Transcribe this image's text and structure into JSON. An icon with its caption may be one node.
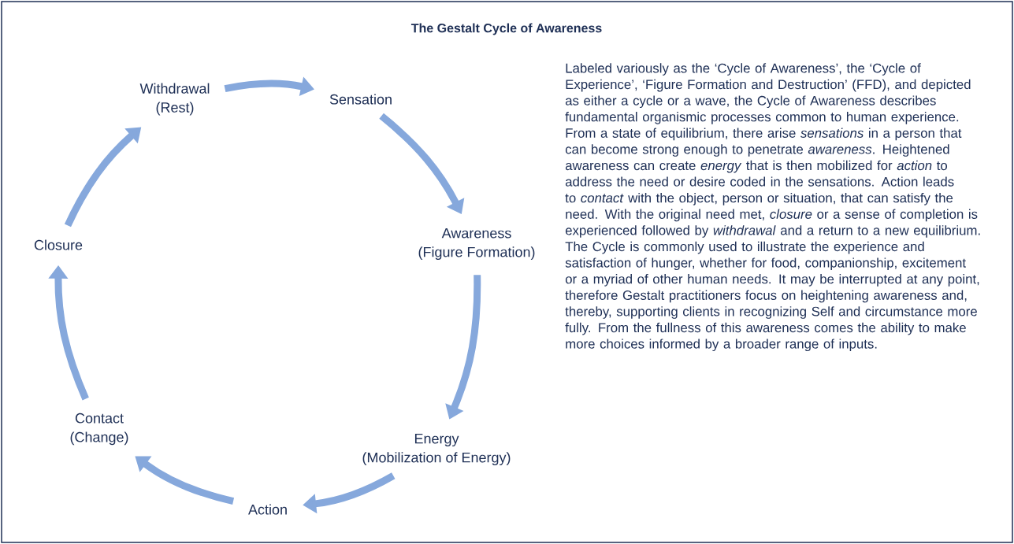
{
  "diagram": {
    "title": "The Gestalt Cycle of Awareness",
    "nodes": [
      {
        "text": [
          "Sensation"
        ]
      },
      {
        "text": [
          "Awareness",
          "(Figure Formation)"
        ]
      },
      {
        "text": [
          "Energy",
          "(Mobilization of Energy)"
        ]
      },
      {
        "text": [
          "Action"
        ]
      },
      {
        "text": [
          "Contact",
          "(Change)"
        ]
      },
      {
        "text": [
          "Closure"
        ]
      },
      {
        "text": [
          "Withdrawal",
          "(Rest)"
        ]
      }
    ],
    "edges": [
      {
        "from": 6,
        "to": 0,
        "arrow": "to"
      },
      {
        "from": 0,
        "to": 1,
        "arrow": "to"
      },
      {
        "from": 1,
        "to": 2,
        "arrow": "to"
      },
      {
        "from": 2,
        "to": 3,
        "arrow": "to"
      },
      {
        "from": 3,
        "to": 4,
        "arrow": "to"
      },
      {
        "from": 4,
        "to": 5,
        "arrow": "to"
      },
      {
        "from": 5,
        "to": 6,
        "arrow": "to"
      }
    ],
    "labels": [
      "Labeled variously as the ‘Cycle of Awareness’, the ‘Cycle of Experience’, ‘Figure Formation and Destruction’ (FFD), and depicted as either a cycle or a wave, the Cycle of Awareness describes fundamental organismic processes common to human experience. From a state of equilibrium, there arise *sensations* in a person that can become strong enough to penetrate *awareness*. Heightened awareness can create *energy* that is then mobilized for *action* to address the need or desire coded in the sensations. Action leads to *contact* with the object, person or situation, that can satisfy the need. With the original need met, *closure* or a sense of completion is experienced followed by *withdrawal* and a return to a new equilibrium.  The Cycle is commonly used to illustrate the experience and satisfaction of hunger, whether for food, companionship, excitement or a myriad of other human needs. It may be interrupted at any point, therefore Gestalt practitioners focus on heightening awareness and, thereby, supporting clients in recognizing Self and circumstance more fully. From the fullness of this awareness comes the ability to make more choices informed by a broader range of inputs."
    ]
  }
}
